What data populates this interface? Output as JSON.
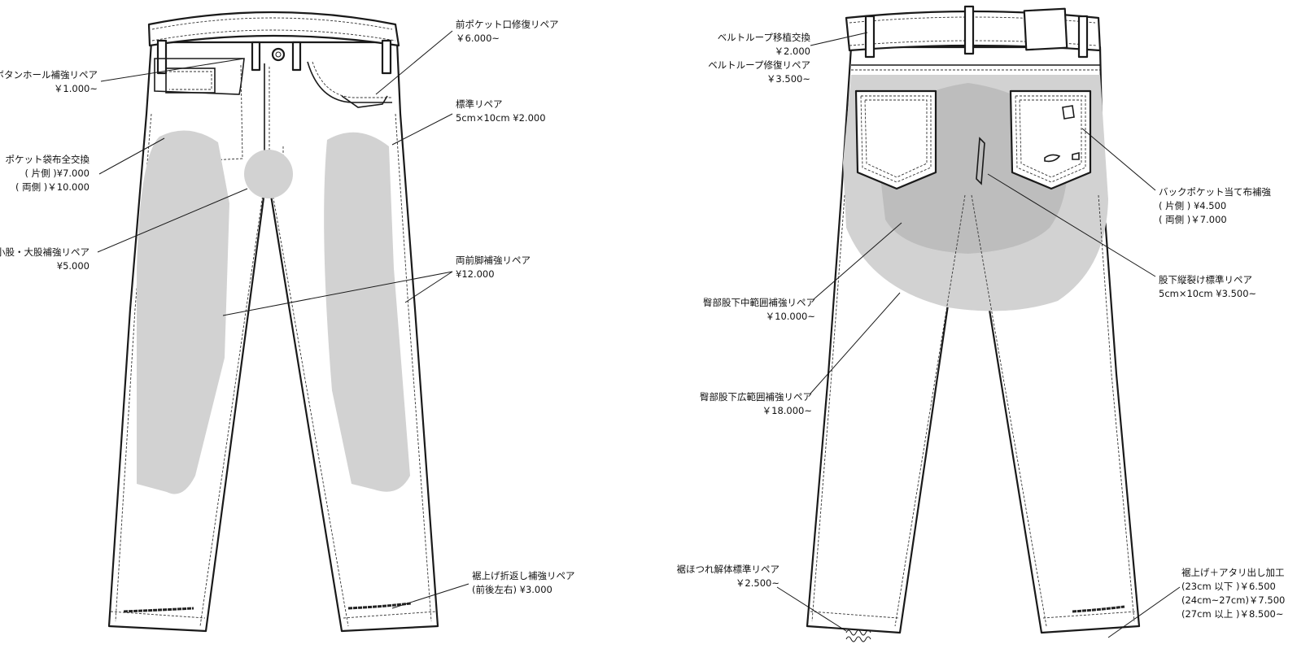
{
  "front_labels": {
    "buttonhole": [
      "ボタンホール補強リペア",
      "￥1.000~"
    ],
    "front_pocket_mouth": [
      "前ポケット口修復リペア",
      "￥6.000~"
    ],
    "standard": [
      "標準リペア",
      "5cm×10cm  ¥2.000"
    ],
    "pocket_bag": [
      "ポケット袋布全交換",
      "( 片側 )¥7.000",
      "( 両側 )￥10.000"
    ],
    "crotch": [
      "小股・大股補強リペア",
      "¥5.000"
    ],
    "front_legs": [
      "両前脚補強リペア",
      "¥12.000"
    ],
    "hem_fold": [
      "裾上げ折返し補強リペア",
      "(前後左右) ¥3.000"
    ]
  },
  "back_labels": {
    "belt_loop": [
      "ベルトループ移植交換",
      "￥2.000",
      "ベルトループ修復リペア",
      "￥3.500~"
    ],
    "back_pocket": [
      "バックポケット当て布補強",
      "( 片側 ) ¥4.500",
      "( 両側 )￥7.000"
    ],
    "inseam_tear": [
      "股下縦裂け標準リペア",
      "5cm×10cm  ¥3.500~"
    ],
    "seat_medium": [
      "臀部股下中範囲補強リペア",
      "￥10.000~"
    ],
    "seat_wide": [
      "臀部股下広範囲補強リペア",
      "￥18.000~"
    ],
    "hem_fray": [
      "裾ほつれ解体標準リペア",
      "￥2.500~"
    ],
    "hem_alter": [
      "裾上げ＋アタリ出し加工",
      "(23cm 以下 )￥6.500",
      "(24cm~27cm)￥7.500",
      "(27cm 以上 )￥8.500~"
    ]
  },
  "colors": {
    "outline": "#1a1a1a",
    "zone_light": "#d2d2d2",
    "zone_dark": "#bdbdbd",
    "background": "#ffffff"
  }
}
